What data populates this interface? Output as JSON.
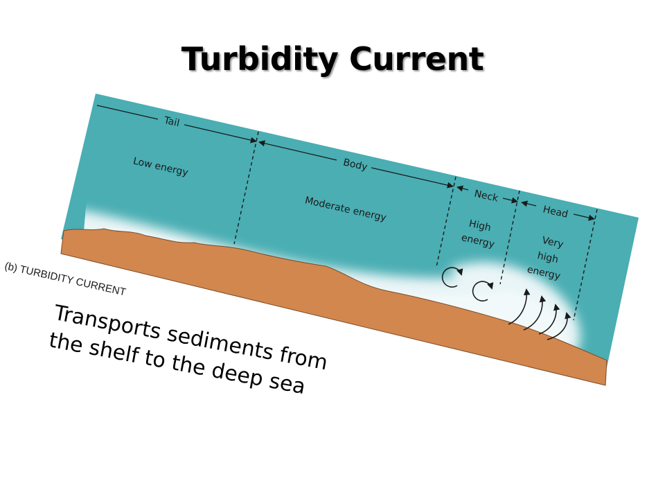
{
  "slide": {
    "title": "Turbidity Current",
    "caption_lines": [
      "Transports sediments from",
      "the shelf to the deep sea"
    ]
  },
  "diagram": {
    "panel_label": "(b) TURBIDITY CURRENT",
    "segments": {
      "tail": "Tail",
      "body": "Body",
      "neck": "Neck",
      "head": "Head"
    },
    "energy": {
      "low": "Low energy",
      "moderate": "Moderate energy",
      "high_1": "High",
      "high_2": "energy",
      "very_1": "Very",
      "very_2": "high",
      "very_3": "energy"
    },
    "colors": {
      "water": "#4aaeb3",
      "sediment": "#d2874f",
      "current": "#eaf5f7"
    }
  }
}
